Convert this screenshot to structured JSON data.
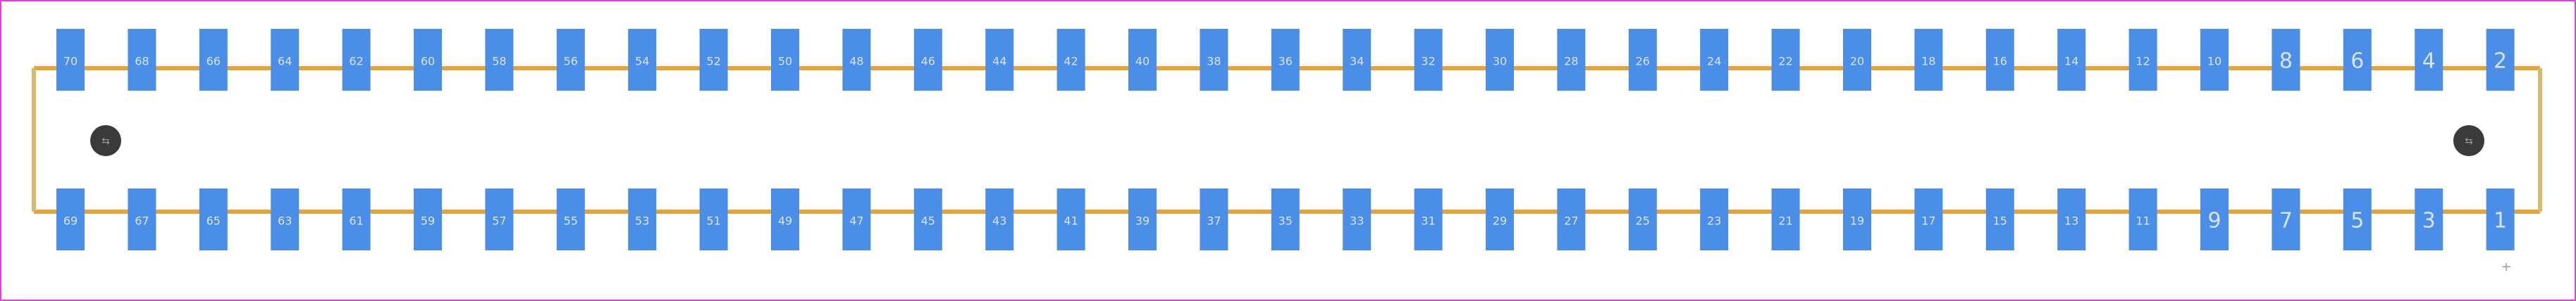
{
  "colors": {
    "background": "#ffffff",
    "border": "#e040e0",
    "outline": "#e8a23c",
    "outline_side": "#d8b86a",
    "pad": "#4a8ee8",
    "pin_text": "#d8e4f4",
    "hole": "#3a3a3a",
    "hole_mark": "#9a9a9a"
  },
  "connector": {
    "top_row_labels": [
      "70",
      "68",
      "66",
      "64",
      "62",
      "60",
      "58",
      "56",
      "54",
      "52",
      "50",
      "48",
      "46",
      "44",
      "42",
      "40",
      "38",
      "36",
      "34",
      "32",
      "30",
      "28",
      "26",
      "24",
      "22",
      "20",
      "18",
      "16",
      "14",
      "12",
      "10",
      "8",
      "6",
      "4",
      "2"
    ],
    "bottom_row_labels": [
      "69",
      "67",
      "65",
      "63",
      "61",
      "59",
      "57",
      "55",
      "53",
      "51",
      "49",
      "47",
      "45",
      "43",
      "41",
      "39",
      "37",
      "35",
      "33",
      "31",
      "29",
      "27",
      "25",
      "23",
      "21",
      "19",
      "17",
      "15",
      "13",
      "11",
      "9",
      "7",
      "5",
      "3",
      "1"
    ],
    "hole_mark": "⇆",
    "origin_mark": "+"
  }
}
